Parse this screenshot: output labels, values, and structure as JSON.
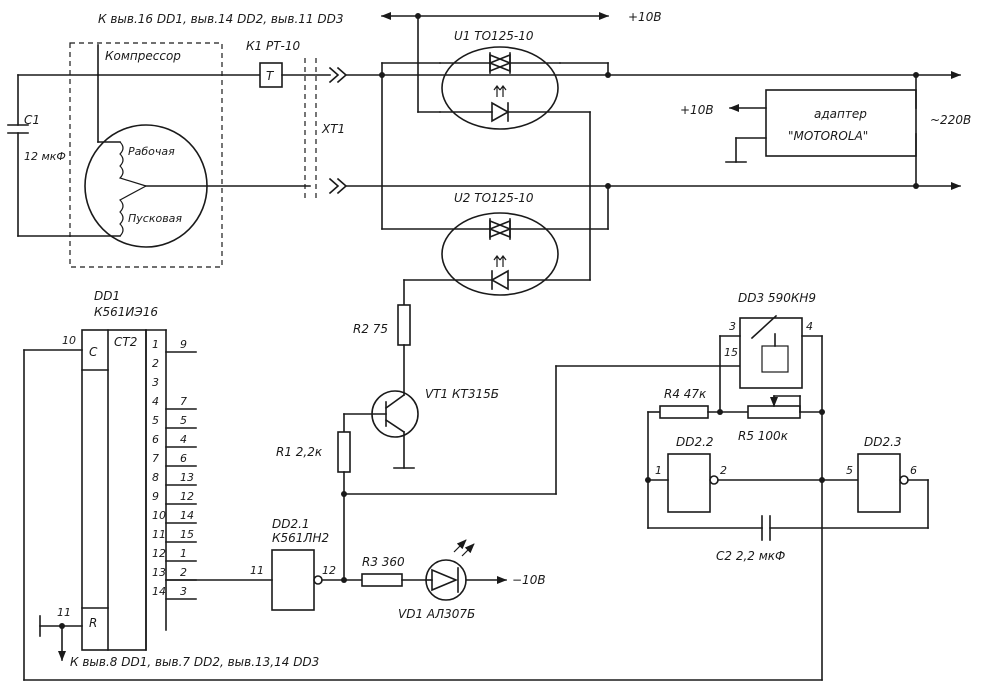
{
  "notes": {
    "top_power": "К выв.16 DD1, выв.14 DD2, выв.11 DD3",
    "bottom_ground": "К выв.8 DD1, выв.7 DD2, выв.13,14 DD3"
  },
  "rails": {
    "plus10_top": "+10В",
    "plus10_adapter": "+10В",
    "ac220": "~220В",
    "minus10_led": "−10В"
  },
  "capacitor_c1": {
    "ref": "C1",
    "value": "12 мкФ"
  },
  "compressor": {
    "title": "Компрессор",
    "winding_work": "Рабочая",
    "winding_start": "Пусковая"
  },
  "relay": {
    "ref": "К1 РТ-10",
    "contact": "T"
  },
  "connector": {
    "ref": "XT1"
  },
  "optotriac_u1": {
    "ref": "U1 ТО125-10"
  },
  "optotriac_u2": {
    "ref": "U2 ТО125-10"
  },
  "adapter": {
    "line1": "адаптер",
    "line2": "\"MOTOROLA\""
  },
  "dd1": {
    "ref": "DD1",
    "part": "К561ИЭ16",
    "clock": "C",
    "counter": "CT2",
    "reset": "R",
    "pin_clock": "10",
    "pin_reset": "11",
    "bits": [
      "1",
      "2",
      "3",
      "4",
      "5",
      "6",
      "7",
      "8",
      "9",
      "10",
      "11",
      "12",
      "13",
      "14"
    ],
    "pins": [
      "9",
      "",
      "",
      "7",
      "5",
      "4",
      "6",
      "13",
      "12",
      "14",
      "15",
      "1",
      "2",
      "3"
    ]
  },
  "dd2_1": {
    "ref": "DD2.1",
    "part": "К561ЛН2",
    "pin_in": "11",
    "pin_out": "12"
  },
  "dd2_2": {
    "ref": "DD2.2",
    "pin_in": "1",
    "pin_out": "2"
  },
  "dd2_3": {
    "ref": "DD2.3",
    "pin_in": "5",
    "pin_out": "6"
  },
  "dd3": {
    "ref": "DD3 590КН9",
    "pin3": "3",
    "pin4": "4",
    "pin15": "15"
  },
  "r1": {
    "ref": "R1 2,2к"
  },
  "r2": {
    "ref": "R2 75"
  },
  "r3": {
    "ref": "R3 360"
  },
  "r4": {
    "ref": "R4 47к"
  },
  "r5": {
    "ref": "R5 100к"
  },
  "c2": {
    "ref": "C2 2,2 мкФ"
  },
  "vt1": {
    "ref": "VT1 КТ315Б"
  },
  "vd1": {
    "ref": "VD1 АЛ307Б"
  }
}
